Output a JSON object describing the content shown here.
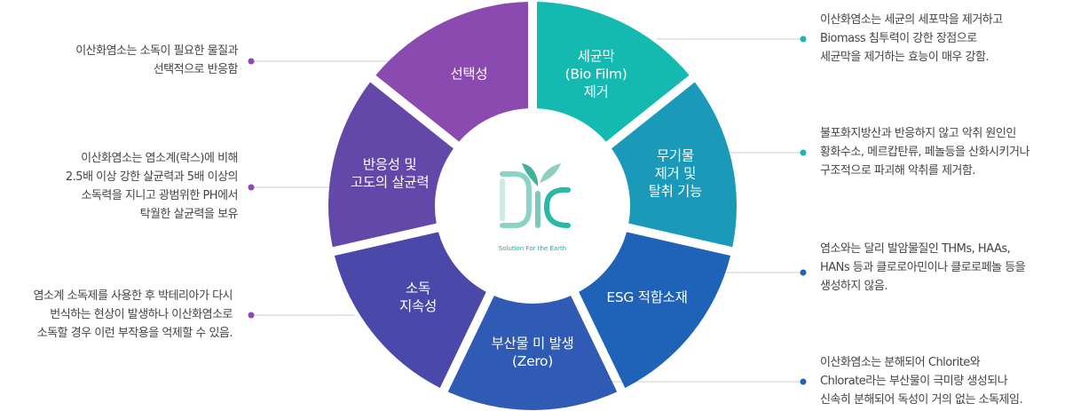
{
  "center": {
    "logo_tagline": "Solution For the Earth"
  },
  "segments": [
    {
      "id": "selectivity",
      "lines": [
        "선택성"
      ],
      "color": "#8a4ab0"
    },
    {
      "id": "biofilm",
      "lines": [
        "세균막",
        "(Bio Film)",
        "제거"
      ],
      "color": "#14bab0"
    },
    {
      "id": "inorganic",
      "lines": [
        "무기물",
        "제거 및",
        "탈취 기능"
      ],
      "color": "#1a99b8"
    },
    {
      "id": "esg",
      "lines": [
        "ESG 적합소재"
      ],
      "color": "#1e63b8"
    },
    {
      "id": "byproduct",
      "lines": [
        "부산물 미 발생",
        "(Zero)"
      ],
      "color": "#2f5bb4"
    },
    {
      "id": "persistence",
      "lines": [
        "소독",
        "지속성"
      ],
      "color": "#4a48a8"
    },
    {
      "id": "reactivity",
      "lines": [
        "반응성 및",
        "고도의 살균력"
      ],
      "color": "#6347a9"
    }
  ],
  "descriptions": {
    "selectivity": [
      "이산화염소는 소독이 필요한 물질과",
      "선택적으로 반응함"
    ],
    "reactivity": [
      "이산화염소는 염소계(락스)에 비해",
      "2.5배 이상 강한 살균력과 5배 이상의",
      "소독력을 지니고 광범위한 PH에서",
      "탁월한 살균력을 보유"
    ],
    "persistence": [
      "염소계 소독제를 사용한 후 박테리아가 다시",
      "번식하는 현상이 발생하나 이산화염소로",
      "소독할 경우 이런 부작용을 억제할 수 있음."
    ],
    "biofilm": [
      "이산화염소는 세균의 세포막을 제거하고",
      "Biomass 침투력이 강한 장점으로",
      "세균막을 제거하는 효능이 매우 강함."
    ],
    "inorganic": [
      "불포화지방산과 반응하지 않고 악취 원인인",
      "황화수소, 메르캅탄류, 페놀등을 산화시키거나",
      "구조적으로 파괴해 악취를 제거함."
    ],
    "esg": [
      "염소와는 달리 발암물질인 THMs, HAAs,",
      "HANs 등과 클로로아민이나 클로로페놀 등을",
      "생성하지 않음."
    ],
    "byproduct": [
      "이산화염소는 분해되어 Chlorite와",
      "Chlorate라는 부산물이 극미량 생성되나",
      "신속히 분해되어 독성이 거의 없는 소독제임."
    ]
  },
  "colors": {
    "left_dot": "#8a4ab0",
    "right_dot_top": "#14bab0",
    "right_dot_bottom": "#1e63b8",
    "leader": "#cccccc"
  }
}
